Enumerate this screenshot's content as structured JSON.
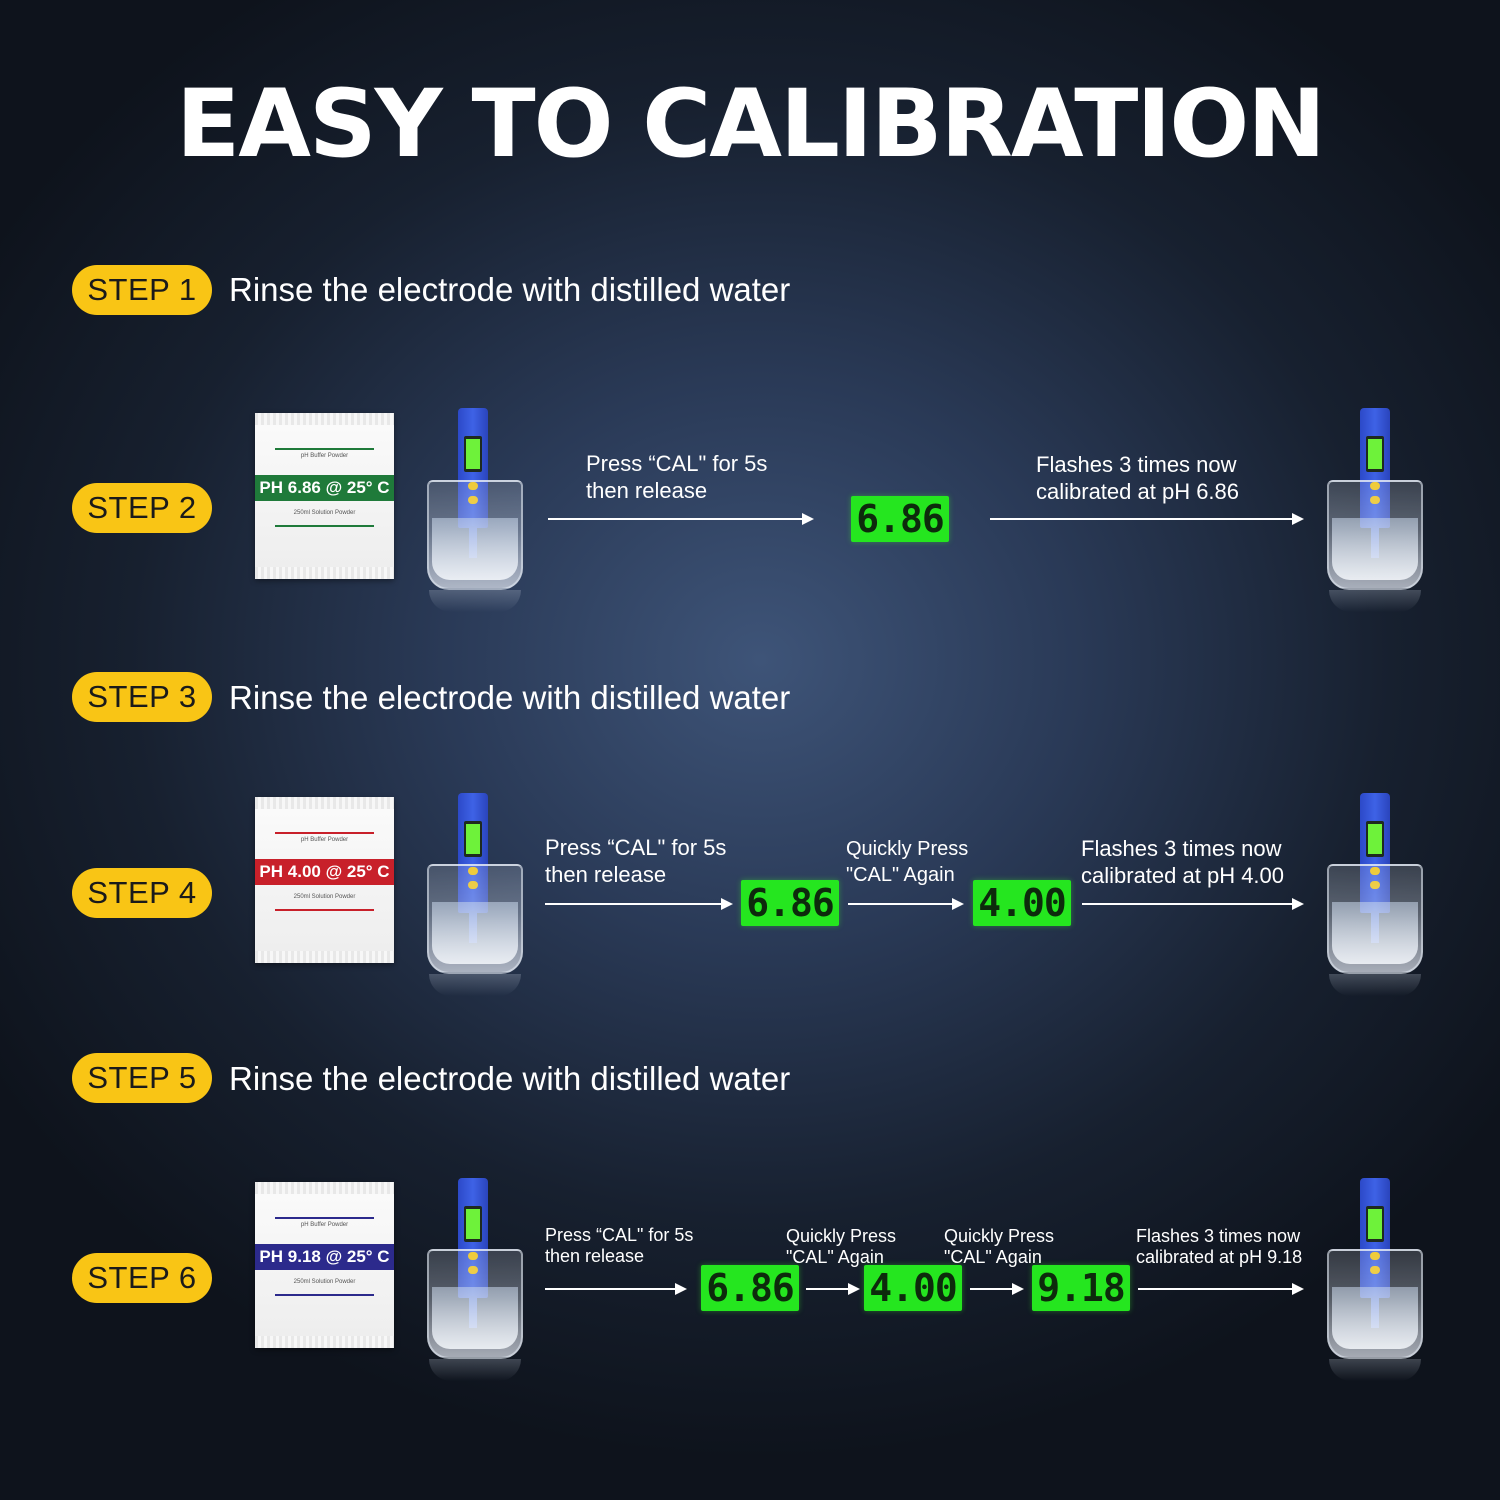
{
  "title": "EASY TO CALIBRATION",
  "steps": {
    "s1": {
      "badge": "STEP 1",
      "text": "Rinse the electrode with distilled water"
    },
    "s2": {
      "badge": "STEP 2",
      "packet": {
        "top": "pH Buffer Powder",
        "label": "PH 6.86 @ 25° C",
        "bottom": "250ml Solution Powder",
        "color": "#1f7a3a"
      },
      "instr1": [
        "Press “CAL\" for 5s",
        "then release"
      ],
      "display1": "6.86",
      "result": [
        "Flashes 3 times now",
        "calibrated at pH 6.86"
      ]
    },
    "s3": {
      "badge": "STEP 3",
      "text": "Rinse the electrode with distilled water"
    },
    "s4": {
      "badge": "STEP 4",
      "packet": {
        "top": "pH Buffer Powder",
        "label": "PH 4.00 @ 25° C",
        "bottom": "250ml Solution Powder",
        "color": "#c8202a"
      },
      "instr1": [
        "Press “CAL\" for 5s",
        "then release"
      ],
      "display1": "6.86",
      "instr2": [
        "Quickly Press",
        "\"CAL\" Again"
      ],
      "display2": "4.00",
      "result": [
        "Flashes 3 times now",
        "calibrated at pH 4.00"
      ]
    },
    "s5": {
      "badge": "STEP 5",
      "text": "Rinse the electrode with distilled water"
    },
    "s6": {
      "badge": "STEP 6",
      "packet": {
        "top": "pH Buffer Powder",
        "label": "PH 9.18 @ 25° C",
        "bottom": "250ml Solution Powder",
        "color": "#2c2a8c"
      },
      "instr1": [
        "Press “CAL\" for 5s",
        "then release"
      ],
      "display1": "6.86",
      "instr2": [
        "Quickly Press",
        "\"CAL\" Again"
      ],
      "display2": "4.00",
      "instr3": [
        "Quickly Press",
        "\"CAL\" Again"
      ],
      "display3": "9.18",
      "result": [
        "Flashes 3 times now",
        "calibrated at pH 9.18"
      ]
    }
  },
  "colors": {
    "badge": "#f9c515",
    "lcd": "#25e61f",
    "meter": "#3e62e6"
  },
  "icons": [
    "buffer-packet-icon",
    "ph-meter-pen-icon",
    "glass-beaker-icon",
    "arrow-right-icon"
  ]
}
